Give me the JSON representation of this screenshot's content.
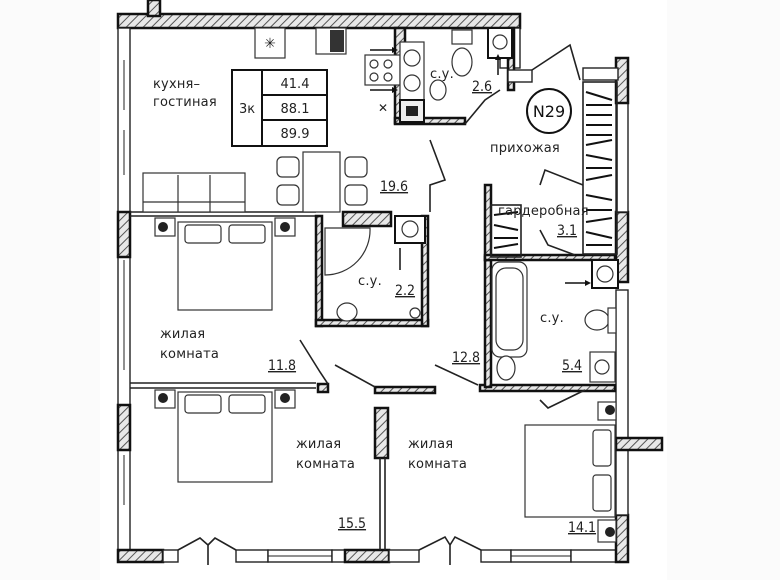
{
  "plan": {
    "apartment_number": "N29",
    "summary_table": {
      "rooms": "3к",
      "living_area": "41.4",
      "total_area": "88.1",
      "total_area_with_balcony": "89.9"
    },
    "rooms": [
      {
        "id": "kitchen",
        "label_line1": "кухня–",
        "label_line2": "гостиная",
        "area": "19.6"
      },
      {
        "id": "wc1",
        "label_line1": "с.у.",
        "area": "2.6"
      },
      {
        "id": "hall",
        "label_line1": "прихожая",
        "area": "12.8"
      },
      {
        "id": "wardrobe",
        "label_line1": "гардеробная",
        "area": "3.1"
      },
      {
        "id": "wc2",
        "label_line1": "с.у.",
        "area": "2.2"
      },
      {
        "id": "wc3",
        "label_line1": "с.у.",
        "area": "5.4"
      },
      {
        "id": "bedroom1",
        "label_line1": "жилая",
        "label_line2": "комната",
        "area": "11.8"
      },
      {
        "id": "bedroom2",
        "label_line1": "жилая",
        "label_line2": "комната",
        "area": "15.5"
      },
      {
        "id": "bedroom3",
        "label_line1": "жилая",
        "label_line2": "комната",
        "area": "14.1"
      }
    ]
  },
  "colors": {
    "background": "#fbfbfb",
    "paper": "#ffffff",
    "line": "#111111",
    "hatch": "#666666"
  }
}
